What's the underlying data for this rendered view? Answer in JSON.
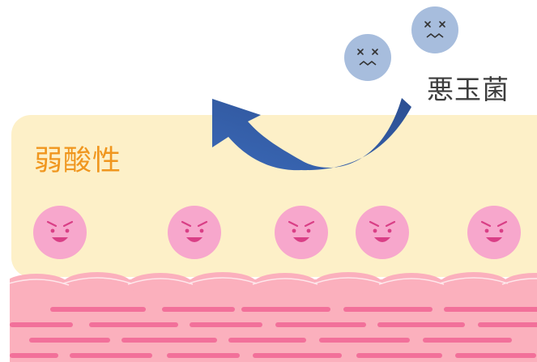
{
  "labels": {
    "bad_bacteria": "悪玉菌",
    "weakly_acidic": "弱酸性"
  },
  "colors": {
    "acid_layer": "#fdf0c8",
    "skin": "#fbb0bd",
    "skin_stripe": "#f2709a",
    "good_bacteria": "#f7a7cc",
    "bad_bacteria": "#a7bddd",
    "arrow": "#3d6ab5",
    "acid_text": "#f0961e"
  },
  "good_bacteria_count": 5,
  "bad_bacteria_count": 2
}
